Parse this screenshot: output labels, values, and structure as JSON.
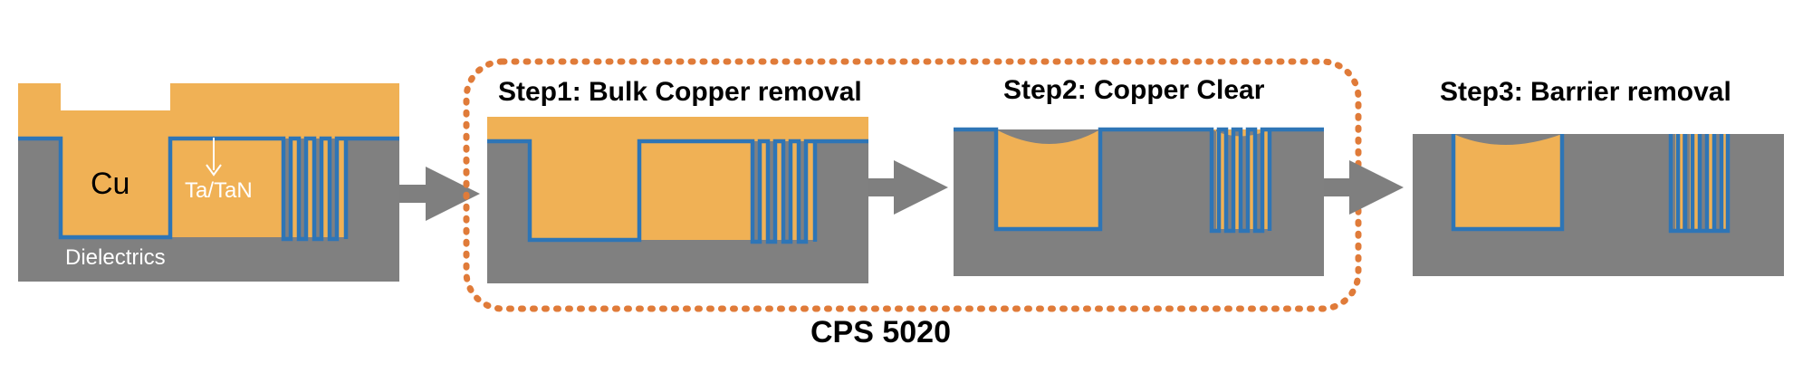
{
  "colors": {
    "copper": "#F0B155",
    "barrier": "#2E75B6",
    "dielectric": "#808080",
    "arrow": "#7F7F7F",
    "group_border": "#E07B39"
  },
  "diagram": {
    "initial": {
      "copper_label": "Cu",
      "barrier_label": "Ta/TaN",
      "dielectric_label": "Dielectrics"
    },
    "steps": [
      {
        "title": "Step1: Bulk Copper removal"
      },
      {
        "title": "Step2: Copper Clear"
      },
      {
        "title": "Step3: Barrier removal"
      }
    ],
    "group_label": "CPS 5020"
  }
}
